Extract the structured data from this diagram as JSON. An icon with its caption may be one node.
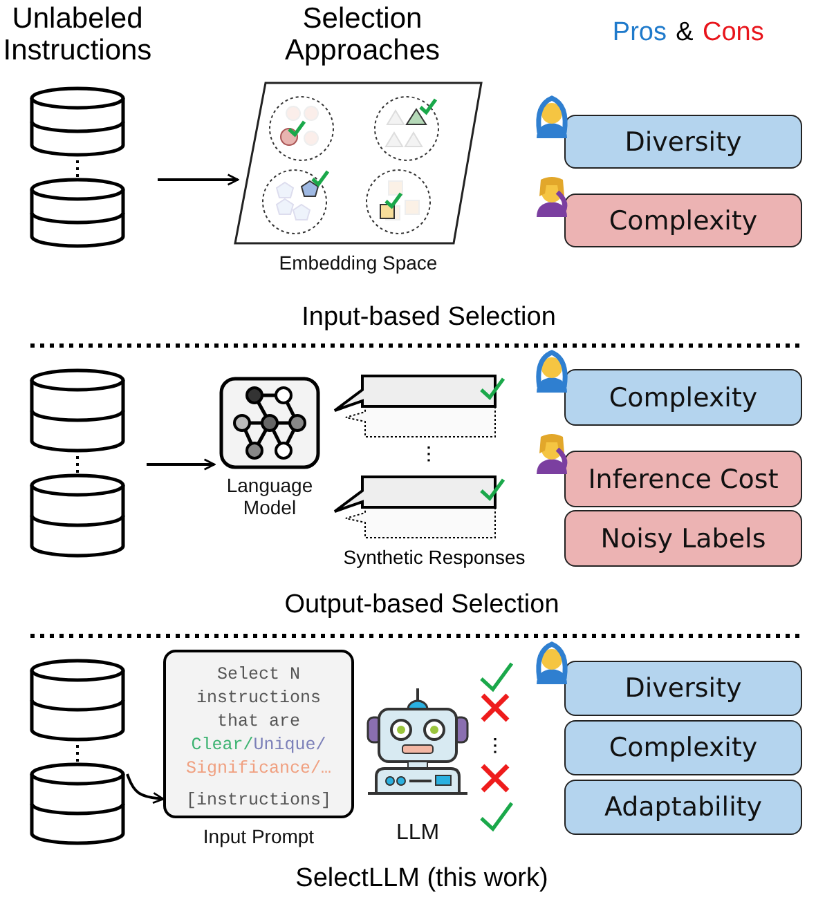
{
  "diagram": {
    "nodes": [
      {
        "text": [],
        "shape": "cylinder"
      },
      {
        "text": [],
        "shape": "picture",
        "beside": [
          "Embedding Space"
        ]
      },
      {
        "text": [
          "Diversity"
        ]
      },
      {
        "text": [
          "Complexity"
        ]
      },
      {
        "text": [],
        "shape": "cylinder"
      },
      {
        "text": [],
        "shape": "picture",
        "beside": [
          "Language Model"
        ]
      },
      {
        "text": [
          "Complexity"
        ]
      },
      {
        "text": [
          "Inference Cost"
        ]
      },
      {
        "text": [
          "Noisy Labels"
        ]
      },
      {
        "text": [],
        "shape": "cylinder"
      },
      {
        "text": [
          "Select N instructions that are",
          "Clear/",
          "Unique/",
          "Significance/…",
          "[instructions]"
        ],
        "beside": [
          "Input Prompt"
        ]
      },
      {
        "text": [],
        "shape": "picture",
        "beside": [
          "LLM"
        ]
      },
      {
        "text": [
          "Diversity"
        ]
      },
      {
        "text": [
          "Complexity"
        ]
      },
      {
        "text": [
          "Adaptability"
        ]
      }
    ],
    "edges": [
      {
        "from": 0,
        "to": 1,
        "arrow": "to"
      },
      {
        "from": 4,
        "to": 5,
        "arrow": "to"
      },
      {
        "from": 9,
        "to": 10,
        "arrow": "to"
      }
    ],
    "labels": [
      "Unlabeled Instructions",
      "Selection Approaches",
      "Pros",
      "&",
      "Cons",
      "Input-based Selection",
      "Synthetic Responses",
      "Output-based Selection",
      "SelectLLM (this work)"
    ]
  }
}
